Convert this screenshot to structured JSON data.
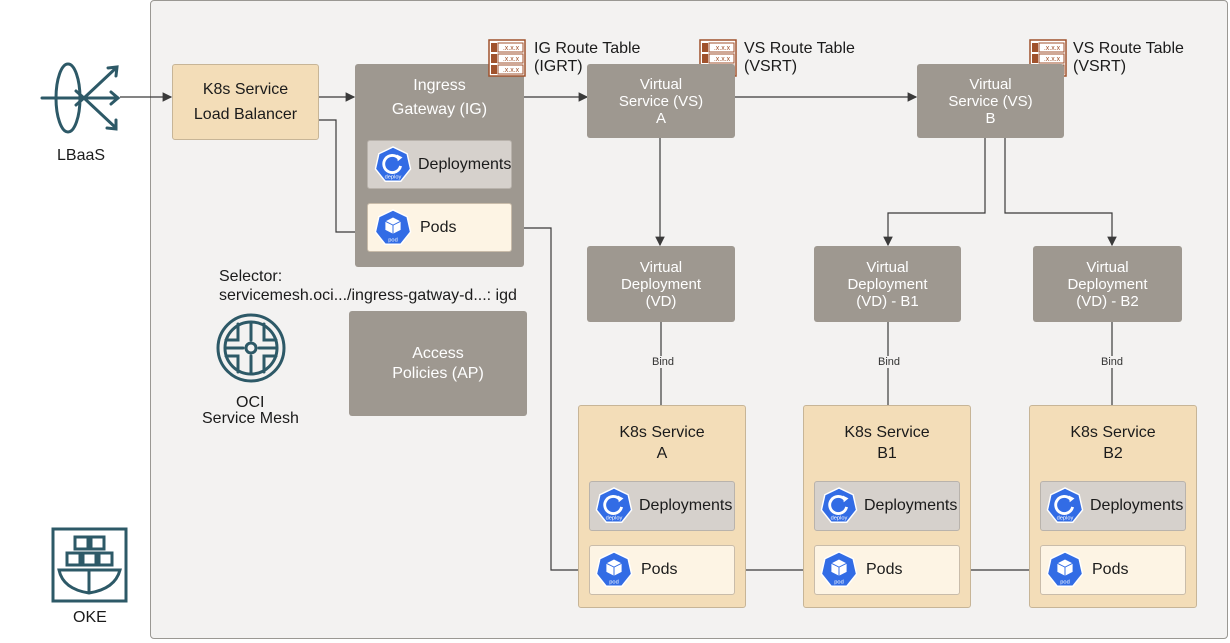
{
  "lbaas": {
    "label": "LBaaS"
  },
  "oke": {
    "label": "OKE"
  },
  "mesh": {
    "label1": "OCI",
    "label2": "Service Mesh"
  },
  "selector": {
    "line1": "Selector:",
    "line2": "servicemesh.oci.../ingress-gatway-d...: igd"
  },
  "k8s_lb": {
    "line1": "K8s Service",
    "line2": "Load Balancer"
  },
  "ingress": {
    "line1": "Ingress",
    "line2": "Gateway (IG)",
    "deployments": "Deployments",
    "pods": "Pods"
  },
  "access_policies": {
    "line1": "Access",
    "line2": "Policies (AP)"
  },
  "route_tables": [
    {
      "line1": "IG Route Table",
      "line2": "(IGRT)"
    },
    {
      "line1": "VS Route Table",
      "line2": "(VSRT)"
    },
    {
      "line1": "VS Route Table",
      "line2": "(VSRT)"
    }
  ],
  "table_icon_text": ".x.x.x",
  "virtual_services": [
    {
      "line1": "Virtual",
      "line2": "Service (VS)",
      "line3": "A"
    },
    {
      "line1": "Virtual",
      "line2": "Service (VS)",
      "line3": "B"
    }
  ],
  "virtual_deployments": [
    {
      "line1": "Virtual",
      "line2": "Deployment",
      "line3": "(VD)"
    },
    {
      "line1": "Virtual",
      "line2": "Deployment",
      "line3": "(VD) - B1"
    },
    {
      "line1": "Virtual",
      "line2": "Deployment",
      "line3": "(VD) - B2"
    }
  ],
  "bind_label": "Bind",
  "k8s_services": [
    {
      "line1": "K8s Service",
      "line2": "A",
      "deployments": "Deployments",
      "pods": "Pods"
    },
    {
      "line1": "K8s Service",
      "line2": "B1",
      "deployments": "Deployments",
      "pods": "Pods"
    },
    {
      "line1": "K8s Service",
      "line2": "B2",
      "deployments": "Deployments",
      "pods": "Pods"
    }
  ],
  "icon_labels": {
    "deploy": "deploy",
    "pod": "pod"
  },
  "colors": {
    "gray_box": "#9e9890",
    "tan_box": "#f3ddb8",
    "k8s_blue": "#326ce5",
    "teal_icon": "#2d5967",
    "table_icon": "#a0522d"
  }
}
